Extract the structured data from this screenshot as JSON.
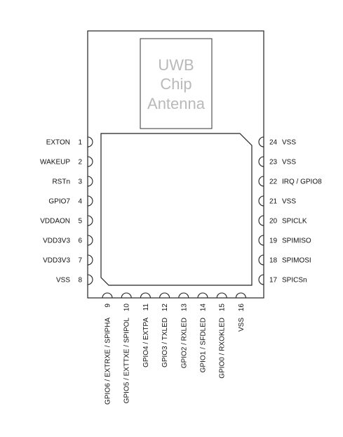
{
  "antenna": {
    "lines": [
      "UWB",
      "Chip",
      "Antenna"
    ]
  },
  "pins": {
    "left": [
      {
        "num": "1",
        "name": "EXTON"
      },
      {
        "num": "2",
        "name": "WAKEUP"
      },
      {
        "num": "3",
        "name": "RSTn"
      },
      {
        "num": "4",
        "name": "GPIO7"
      },
      {
        "num": "5",
        "name": "VDDAON"
      },
      {
        "num": "6",
        "name": "VDD3V3"
      },
      {
        "num": "7",
        "name": "VDD3V3"
      },
      {
        "num": "8",
        "name": "VSS"
      }
    ],
    "bottom": [
      {
        "num": "9",
        "name": "GPIO6 / EXTRXE / SPIPHA"
      },
      {
        "num": "10",
        "name": "GPIO5 / EXTTXE / SPIPOL"
      },
      {
        "num": "11",
        "name": "GPIO4 / EXTPA"
      },
      {
        "num": "12",
        "name": "GPIO3 / TXLED"
      },
      {
        "num": "13",
        "name": "GPIO2 / RXLED"
      },
      {
        "num": "14",
        "name": "GPIO1 / SFDLED"
      },
      {
        "num": "15",
        "name": "GPIO0 / RXOKLED"
      },
      {
        "num": "16",
        "name": "VSS"
      }
    ],
    "right": [
      {
        "num": "24",
        "name": "VSS"
      },
      {
        "num": "23",
        "name": "VSS"
      },
      {
        "num": "22",
        "name": "IRQ / GPIO8"
      },
      {
        "num": "21",
        "name": "VSS"
      },
      {
        "num": "20",
        "name": "SPICLK"
      },
      {
        "num": "19",
        "name": "SPIMISO"
      },
      {
        "num": "18",
        "name": "SPIMOSI"
      },
      {
        "num": "17",
        "name": "SPICSn"
      }
    ]
  }
}
